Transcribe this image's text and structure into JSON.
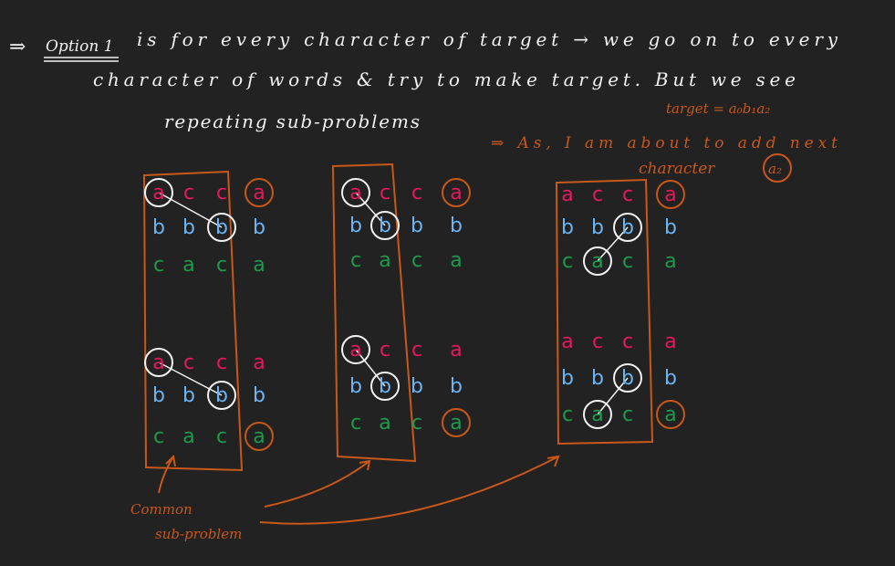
{
  "colors": {
    "background": "#222222",
    "white": "#f2f2f2",
    "orange": "#c8581a",
    "pink": "#e8185c",
    "blue": "#6cb4f2",
    "green": "#1e9a4c"
  },
  "heading": {
    "arrow": "⇒",
    "option_label": "Option 1",
    "line1": "is for every character of target → we go on to every",
    "line2": "character of words & try to make target. But we see",
    "line3": "repeating sub-problems"
  },
  "annotation": {
    "target": "target = a₀b₁a₂",
    "note_line1": "⇒ As, I am about to add next",
    "note_line2": "character",
    "note_circled": "a₂"
  },
  "label": {
    "line1": "Common",
    "line2": "sub-problem"
  },
  "rows": [
    {
      "color": "pink",
      "letters": [
        "a",
        "c",
        "c",
        "a"
      ]
    },
    {
      "color": "blue",
      "letters": [
        "b",
        "b",
        "b",
        "b"
      ]
    },
    {
      "color": "green",
      "letters": [
        "c",
        "a",
        "c",
        "a"
      ]
    }
  ]
}
